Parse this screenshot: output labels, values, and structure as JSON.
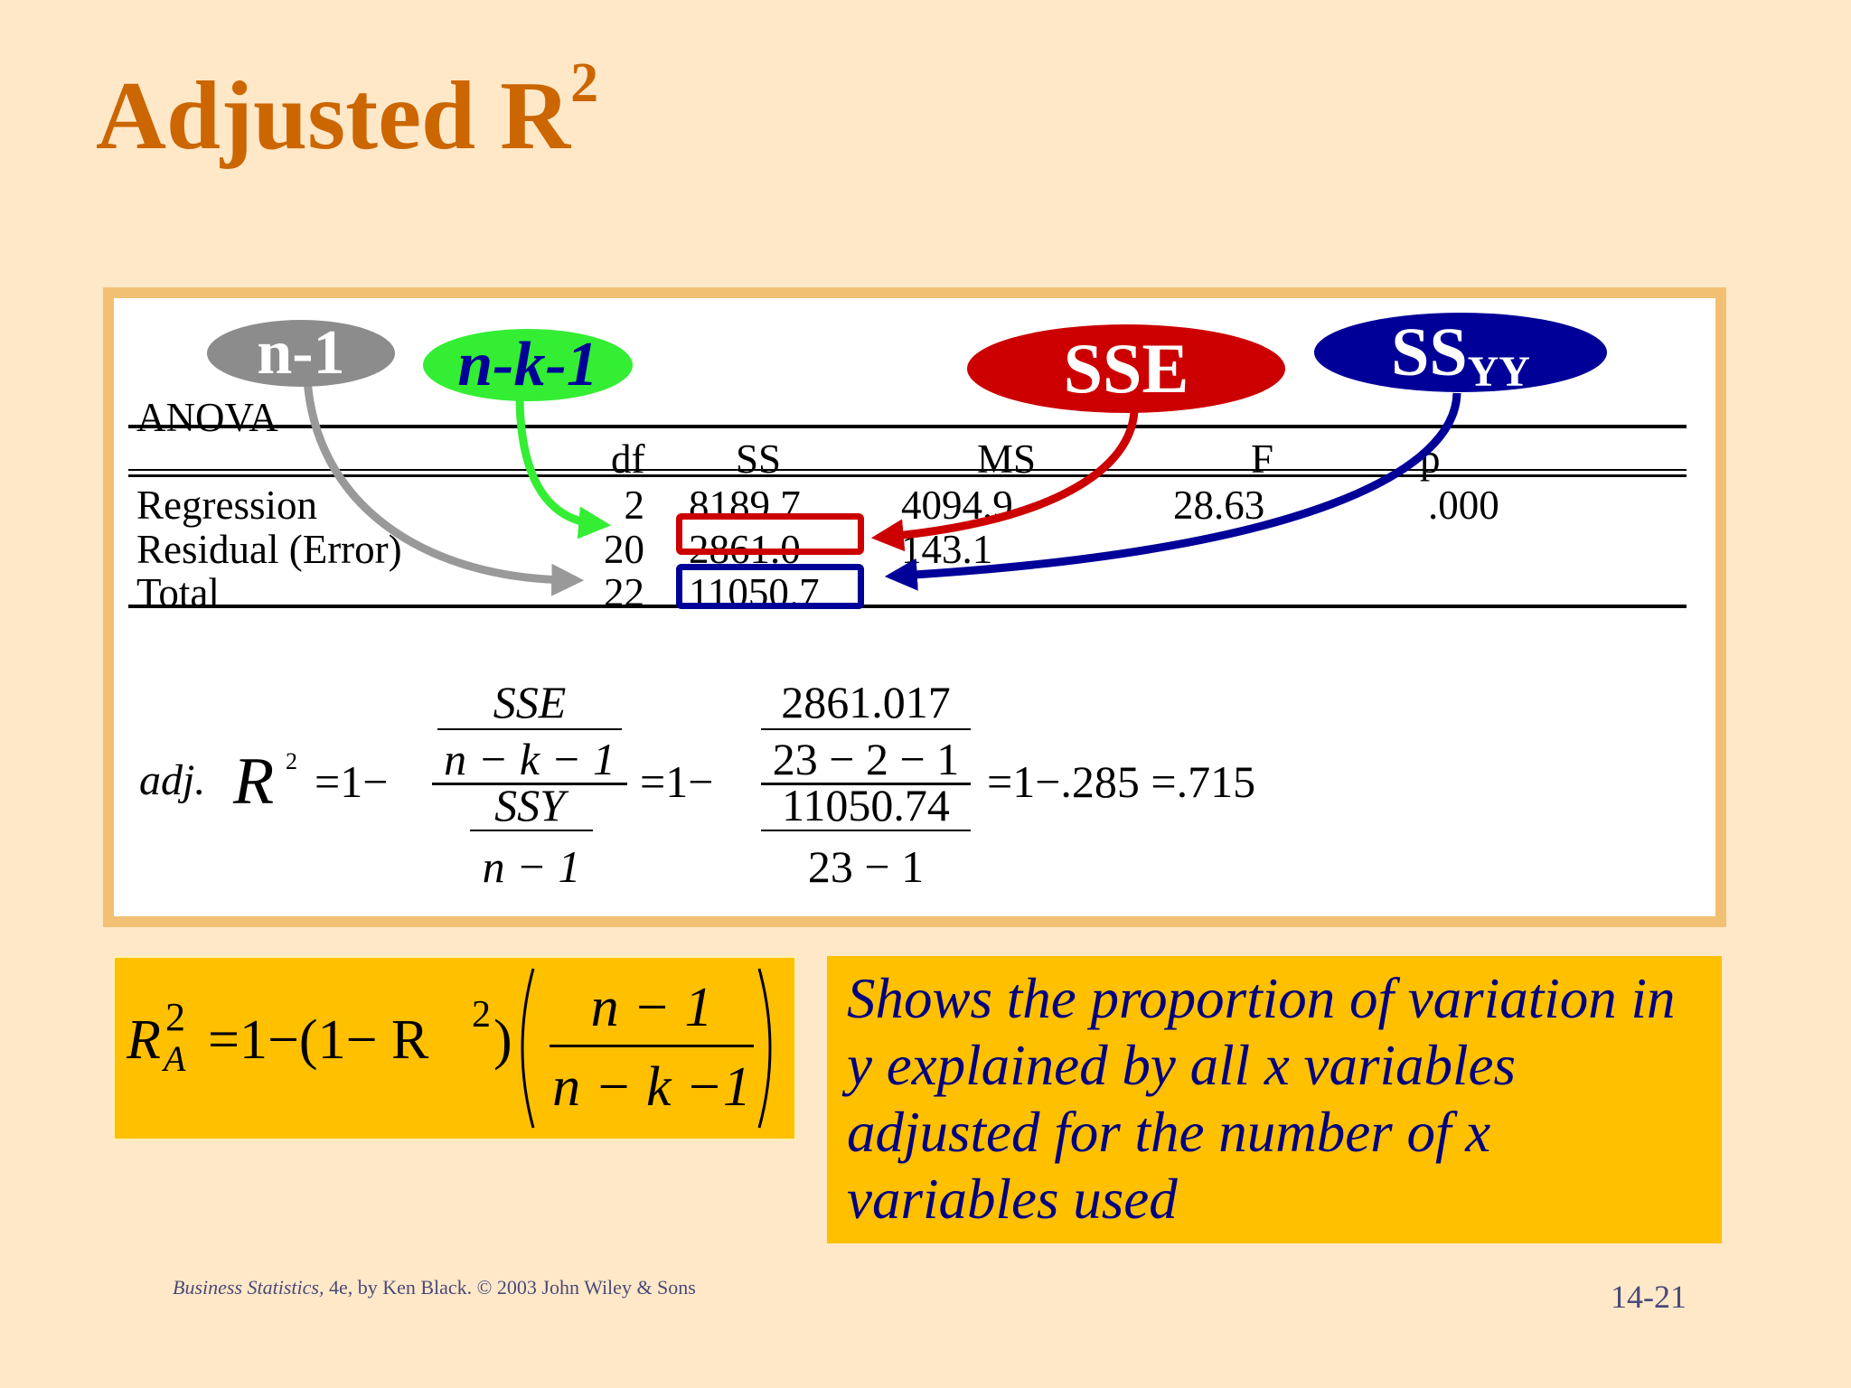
{
  "title": {
    "text": "Adjusted R",
    "superscript": "2"
  },
  "anova": {
    "label": "ANOVA",
    "headers": {
      "df": "df",
      "ss": "SS",
      "ms": "MS",
      "f": "F",
      "p": "p"
    },
    "rows": [
      {
        "source": "Regression",
        "df": "2",
        "ss": "8189.7",
        "ms": "4094.9",
        "f": "28.63",
        "p": ".000"
      },
      {
        "source": "Residual (Error)",
        "df": "20",
        "ss": "2861.0",
        "ms": "143.1"
      },
      {
        "source": "Total",
        "df": "22",
        "ss": "11050.7"
      }
    ]
  },
  "callouts": {
    "n_minus_1": {
      "text": "n-1",
      "color": "#8C8C8C"
    },
    "n_k_1": {
      "text": "n-k-1",
      "color": "#33EE33"
    },
    "sse": {
      "text": "SSE",
      "color": "#CC0000"
    },
    "ssyy": {
      "text": "SS",
      "subscript": "YY",
      "color": "#000099"
    }
  },
  "adj_formula": {
    "lhs_prefix": "adj.",
    "lhs_var": "R",
    "lhs_exp": "2",
    "equals_one_minus": "=1−",
    "symbolic": {
      "top_num": "SSE",
      "top_den": "n − k − 1",
      "bottom_num": "SSY",
      "bottom_den": "n − 1"
    },
    "equals_one_minus_2": "=1−",
    "numeric": {
      "top_num": "2861.017",
      "top_den": "23 − 2 − 1",
      "bottom_num": "11050.74",
      "bottom_den": "23 − 1"
    },
    "result": "=1−.285 =.715"
  },
  "general_formula": {
    "lhs": "R",
    "lhs_sup": "2",
    "lhs_sub": "A",
    "middle": "=1−(1− R",
    "middle_sup": "2",
    "middle_close": ")",
    "numerator": "n − 1",
    "denominator": "n − k −1"
  },
  "description": "Shows the proportion of variation in y explained by all x variables adjusted for the number of x variables used",
  "footer": {
    "book": "Business Statistics,",
    "rest": " 4e, by Ken Black. © 2003 John Wiley & Sons"
  },
  "slide_number": "14-21",
  "colors": {
    "background": "#FFE8C8",
    "title": "#CC6600",
    "panel_border": "#F2C073",
    "box_fill": "#FFC000",
    "desc_text": "#000080"
  }
}
